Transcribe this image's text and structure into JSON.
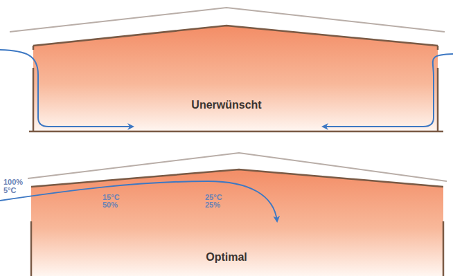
{
  "diagram": {
    "nodes": [
      {
        "text": [
          "Unerwünscht"
        ]
      },
      {
        "text": [
          "Optimal"
        ]
      }
    ],
    "labels": [
      "100%",
      "5°C",
      "15°C",
      "50%",
      "25°C",
      "25%"
    ]
  }
}
